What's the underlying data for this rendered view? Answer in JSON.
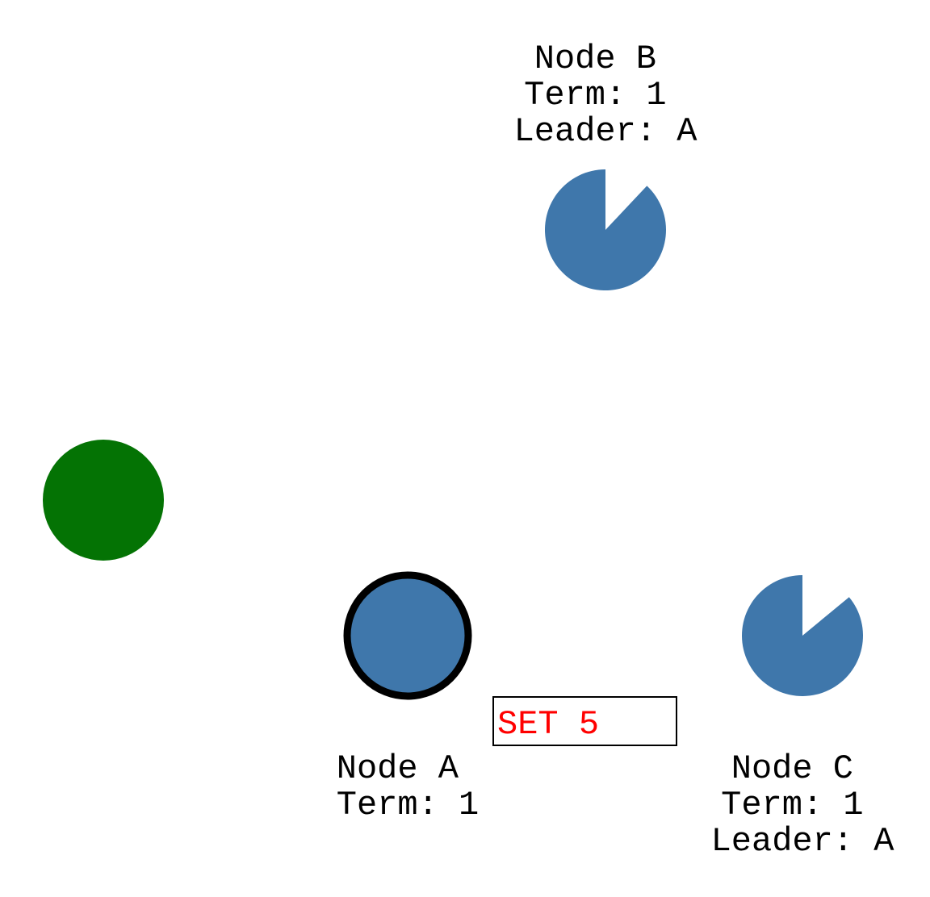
{
  "colors": {
    "node_fill": "#3f77ab",
    "client_fill": "#047304",
    "leader_stroke": "#000000",
    "message_text": "#ff0000",
    "message_border": "#000000",
    "background": "#ffffff"
  },
  "client": {
    "icon": "client-circle"
  },
  "nodes": {
    "a": {
      "name": "Node A",
      "term": "Term: 1",
      "role": "leader"
    },
    "b": {
      "name": "Node B",
      "term": "Term: 1",
      "leader": "Leader: A",
      "timeout_remaining": 0.88
    },
    "c": {
      "name": "Node C",
      "term": "Term: 1",
      "leader": "Leader: A",
      "timeout_remaining": 0.86
    }
  },
  "message": {
    "text": "SET 5"
  }
}
